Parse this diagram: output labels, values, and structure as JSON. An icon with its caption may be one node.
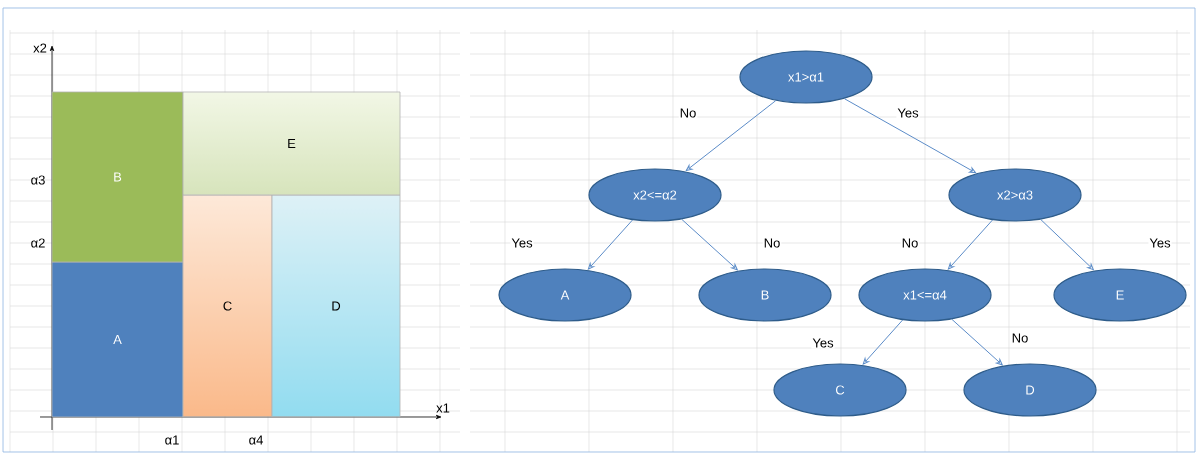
{
  "diagram": {
    "nodes": [
      {
        "text": [
          "A"
        ]
      },
      {
        "text": [
          "B"
        ]
      },
      {
        "text": [
          "C"
        ]
      },
      {
        "text": [
          "D"
        ]
      },
      {
        "text": [
          "E"
        ]
      },
      {
        "text": [
          "x1>α1"
        ]
      },
      {
        "text": [
          "x2<=α2"
        ]
      },
      {
        "text": [
          "x2>α3"
        ]
      },
      {
        "text": [
          "A"
        ]
      },
      {
        "text": [
          "B"
        ]
      },
      {
        "text": [
          "x1<=α4"
        ]
      },
      {
        "text": [
          "E"
        ]
      },
      {
        "text": [
          "C"
        ]
      },
      {
        "text": [
          "D"
        ]
      }
    ],
    "edges": [
      {
        "from": 5,
        "to": 6,
        "arrow": "to",
        "label": "No"
      },
      {
        "from": 5,
        "to": 7,
        "arrow": "to",
        "label": "Yes"
      },
      {
        "from": 6,
        "to": 8,
        "arrow": "to",
        "label": "Yes"
      },
      {
        "from": 6,
        "to": 9,
        "arrow": "to",
        "label": "No"
      },
      {
        "from": 7,
        "to": 10,
        "arrow": "to",
        "label": "No"
      },
      {
        "from": 7,
        "to": 11,
        "arrow": "to",
        "label": "Yes"
      },
      {
        "from": 10,
        "to": 12,
        "arrow": "to",
        "label": "Yes"
      },
      {
        "from": 10,
        "to": 13,
        "arrow": "to",
        "label": "No"
      }
    ],
    "labels": [
      "x2",
      "α3",
      "α2",
      "α1",
      "α4",
      "x1"
    ]
  }
}
